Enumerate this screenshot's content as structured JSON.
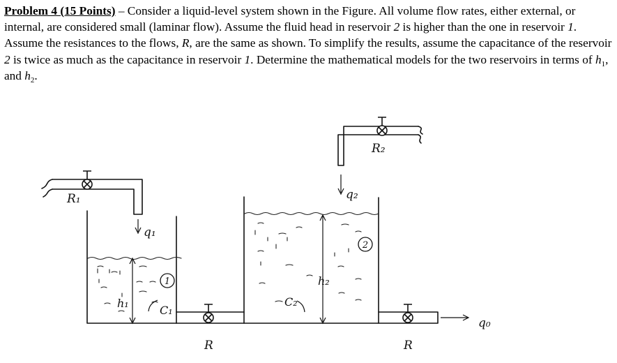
{
  "problem": {
    "lead": "Problem 4 (15 Points)",
    "dash": " – ",
    "seg1": "Consider a liquid-level system shown in the Figure. All volume flow rates, either external, or internal, are considered small (laminar flow). Assume the fluid head in reservoir ",
    "r2a": "2",
    "seg2": " is higher than the one in reservoir ",
    "r1a": "1",
    "seg3": ". Assume the resistances to the flows, ",
    "Rsym": "R",
    "seg4": ", are the same as shown. To simplify the results, assume the capacitance of the reservoir ",
    "r2b": "2",
    "seg5": " is twice as much as the capacitance in reservoir ",
    "r1b": "1",
    "seg6": ". Determine the mathematical models for the two reservoirs in terms of ",
    "h": "h",
    "sub1": "1",
    "seg7": ", and ",
    "h2": "h",
    "sub2": "2",
    "seg8": "."
  },
  "figure": {
    "R1_label": "R₁",
    "R2_label": "R₂",
    "q1_label": "q₁",
    "q2_label": "q₂",
    "q0_label": "q₀",
    "h1_label": "h₁",
    "h2_label": "h₂",
    "C1_label": "C₁",
    "C2_label": "C₂",
    "tank1_number": "1",
    "tank2_number": "2",
    "R_mid_label": "R",
    "R_out_label": "R"
  }
}
